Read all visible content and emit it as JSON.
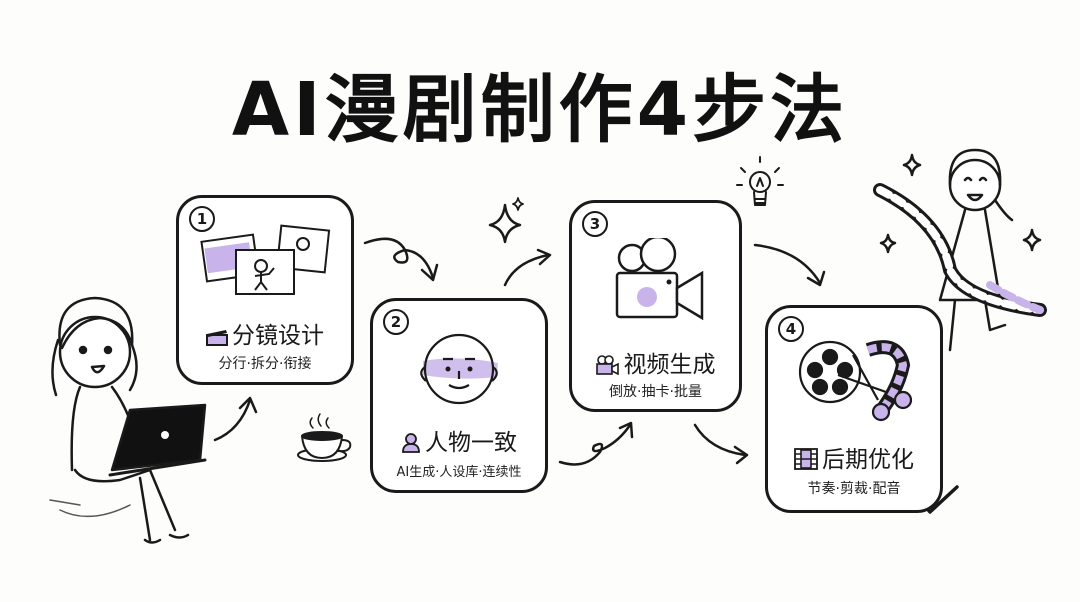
{
  "title": "AI漫剧制作4步法",
  "colors": {
    "accent": "#c8b4ea",
    "ink": "#1a1a1a",
    "background": "#fdfdfc"
  },
  "steps": [
    {
      "number": "1",
      "title": "分镜设计",
      "subtitle": "分行·拆分·衔接",
      "icon": "clapperboard-icon",
      "illustration": "storyboard-frames"
    },
    {
      "number": "2",
      "title": "人物一致",
      "subtitle": "AI生成·人设库·连续性",
      "icon": "person-icon",
      "illustration": "character-face"
    },
    {
      "number": "3",
      "title": "视频生成",
      "subtitle": "倒放·抽卡·批量",
      "icon": "video-camera-icon",
      "illustration": "movie-camera"
    },
    {
      "number": "4",
      "title": "后期优化",
      "subtitle": "节奏·剪裁·配音",
      "icon": "film-strip-icon",
      "illustration": "film-reel-scissors"
    }
  ],
  "decorations": [
    "girl-with-laptop",
    "coffee-cup",
    "sparkles",
    "lightbulb",
    "girl-with-film-strip",
    "checkmark"
  ]
}
